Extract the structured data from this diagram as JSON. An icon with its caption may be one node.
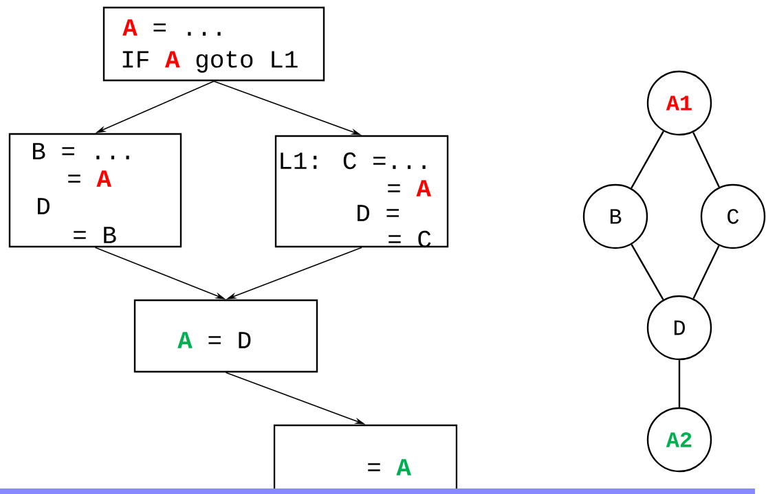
{
  "diagram": {
    "nodes": [
      {
        "text": [
          "**A** = ...",
          "IF **A** goto L1"
        ]
      },
      {
        "text": [
          "B = ...",
          "= **A**",
          "D",
          "= B"
        ]
      },
      {
        "text": [
          "L1: C =...",
          "= **A**",
          "D =",
          "= C"
        ]
      },
      {
        "text": [
          "**A** = D"
        ]
      },
      {
        "text": [
          "= **A**"
        ]
      },
      {
        "text": [
          "A1"
        ]
      },
      {
        "text": [
          "B"
        ]
      },
      {
        "text": [
          "C"
        ]
      },
      {
        "text": [
          "D"
        ]
      },
      {
        "text": [
          "A2"
        ]
      }
    ],
    "edges": [
      {
        "from": 0,
        "to": 1,
        "arrow": "to"
      },
      {
        "from": 0,
        "to": 2,
        "arrow": "to"
      },
      {
        "from": 1,
        "to": 3,
        "arrow": "to"
      },
      {
        "from": 2,
        "to": 3,
        "arrow": "to"
      },
      {
        "from": 3,
        "to": 4,
        "arrow": "to"
      },
      {
        "from": 5,
        "to": 6,
        "arrow": "none"
      },
      {
        "from": 5,
        "to": 7,
        "arrow": "none"
      },
      {
        "from": 6,
        "to": 8,
        "arrow": "none"
      },
      {
        "from": 7,
        "to": 8,
        "arrow": "none"
      },
      {
        "from": 8,
        "to": 9,
        "arrow": "none"
      }
    ]
  }
}
